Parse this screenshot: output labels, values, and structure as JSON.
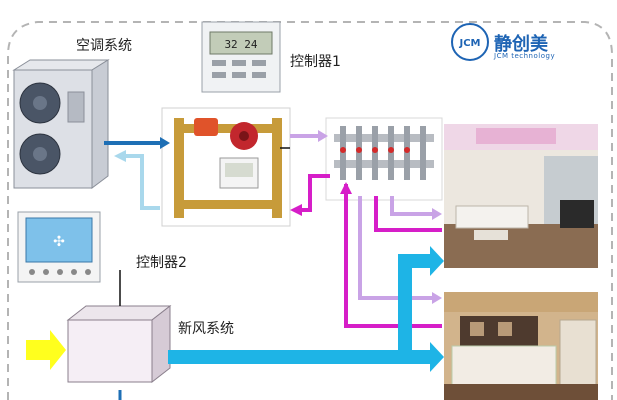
{
  "labels": {
    "ac_system": "空调系统",
    "controller1": "控制器1",
    "controller2": "控制器2",
    "fresh_air_system": "新风系统"
  },
  "logo": {
    "mark": "JCM",
    "name": "静创美",
    "tagline": "JCM technology"
  },
  "controller1_display": "32 24",
  "colors": {
    "dark_blue_pipe": "#1e6fb5",
    "light_blue_pipe": "#a9d8ec",
    "magenta_pipe": "#d61ec8",
    "lilac_pipe": "#c9a3e6",
    "cyan_duct": "#1eb4e6",
    "yellow_intake": "#ffff1e",
    "dashed_border": "#b4b4b4"
  }
}
